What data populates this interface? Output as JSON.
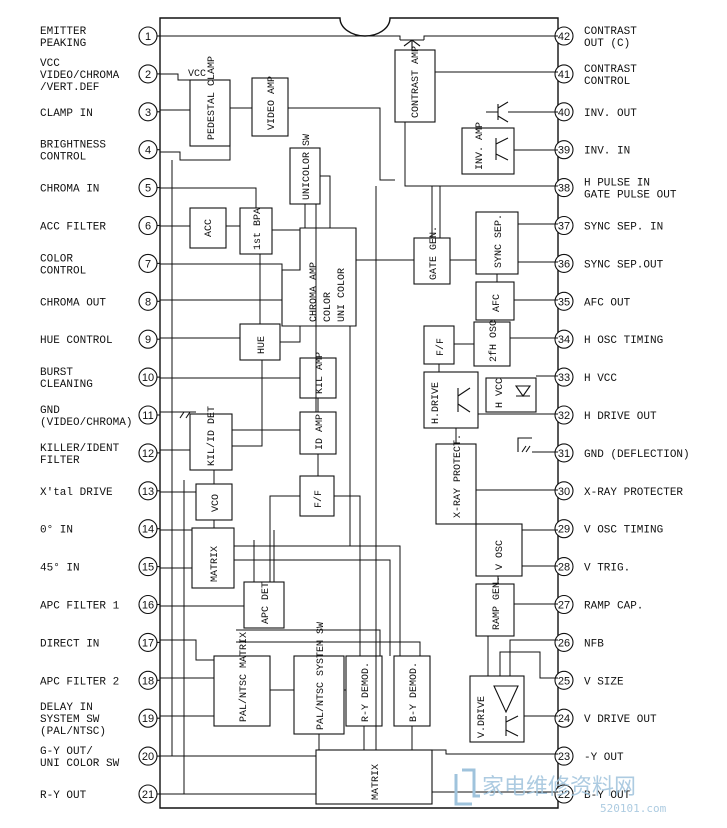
{
  "pins": {
    "p1": {
      "num": "1",
      "label": [
        "EMITTER",
        "PEAKING"
      ]
    },
    "p2": {
      "num": "2",
      "label": [
        "VCC",
        "VIDEO/CHROMA",
        "/VERT.DEF"
      ]
    },
    "p3": {
      "num": "3",
      "label": [
        "CLAMP IN"
      ]
    },
    "p4": {
      "num": "4",
      "label": [
        "BRIGHTNESS",
        "CONTROL"
      ]
    },
    "p5": {
      "num": "5",
      "label": [
        "CHROMA IN"
      ]
    },
    "p6": {
      "num": "6",
      "label": [
        "ACC FILTER"
      ]
    },
    "p7": {
      "num": "7",
      "label": [
        "COLOR",
        "CONTROL"
      ]
    },
    "p8": {
      "num": "8",
      "label": [
        "CHROMA OUT"
      ]
    },
    "p9": {
      "num": "9",
      "label": [
        "HUE CONTROL"
      ]
    },
    "p10": {
      "num": "10",
      "label": [
        "BURST",
        "CLEANING"
      ]
    },
    "p11": {
      "num": "11",
      "label": [
        "GND",
        "(VIDEO/CHROMA)"
      ]
    },
    "p12": {
      "num": "12",
      "label": [
        "KILLER/IDENT",
        "FILTER"
      ]
    },
    "p13": {
      "num": "13",
      "label": [
        "X'tal DRIVE"
      ]
    },
    "p14": {
      "num": "14",
      "label": [
        "0° IN"
      ]
    },
    "p15": {
      "num": "15",
      "label": [
        "45° IN"
      ]
    },
    "p16": {
      "num": "16",
      "label": [
        "APC FILTER 1"
      ]
    },
    "p17": {
      "num": "17",
      "label": [
        "DIRECT IN"
      ]
    },
    "p18": {
      "num": "18",
      "label": [
        "APC FILTER 2"
      ]
    },
    "p19": {
      "num": "19",
      "label": [
        "DELAY IN",
        "SYSTEM SW",
        "(PAL/NTSC)"
      ]
    },
    "p20": {
      "num": "20",
      "label": [
        "G-Y OUT/",
        "UNI COLOR SW"
      ]
    },
    "p21": {
      "num": "21",
      "label": [
        "R-Y OUT"
      ]
    },
    "p22": {
      "num": "22",
      "label": [
        "B-Y OUT"
      ]
    },
    "p23": {
      "num": "23",
      "label": [
        "-Y OUT"
      ]
    },
    "p24": {
      "num": "24",
      "label": [
        "V DRIVE OUT"
      ]
    },
    "p25": {
      "num": "25",
      "label": [
        "V SIZE"
      ]
    },
    "p26": {
      "num": "26",
      "label": [
        "NFB"
      ]
    },
    "p27": {
      "num": "27",
      "label": [
        "RAMP CAP."
      ]
    },
    "p28": {
      "num": "28",
      "label": [
        "V TRIG."
      ]
    },
    "p29": {
      "num": "29",
      "label": [
        "V OSC TIMING"
      ]
    },
    "p30": {
      "num": "30",
      "label": [
        "X-RAY PROTECTER"
      ]
    },
    "p31": {
      "num": "31",
      "label": [
        "GND (DEFLECTION)"
      ]
    },
    "p32": {
      "num": "32",
      "label": [
        "H DRIVE OUT"
      ]
    },
    "p33": {
      "num": "33",
      "label": [
        "H VCC"
      ]
    },
    "p34": {
      "num": "34",
      "label": [
        "H OSC TIMING"
      ]
    },
    "p35": {
      "num": "35",
      "label": [
        "AFC OUT"
      ]
    },
    "p36": {
      "num": "36",
      "label": [
        "SYNC SEP.OUT"
      ]
    },
    "p37": {
      "num": "37",
      "label": [
        "SYNC SEP. IN"
      ]
    },
    "p38": {
      "num": "38",
      "label": [
        "H PULSE IN",
        "GATE PULSE OUT"
      ]
    },
    "p39": {
      "num": "39",
      "label": [
        "INV. IN"
      ]
    },
    "p40": {
      "num": "40",
      "label": [
        "INV. OUT"
      ]
    },
    "p41": {
      "num": "41",
      "label": [
        "CONTRAST",
        "CONTROL"
      ]
    },
    "p42": {
      "num": "42",
      "label": [
        "CONTRAST",
        "OUT (C)"
      ]
    }
  },
  "blocks": {
    "pedestal_clamp": "PEDESTAL CLAMP",
    "video_amp": "VIDEO AMP",
    "contrast_amp": "CONTRAST AMP",
    "inv_amp": "INV. AMP",
    "unicolor_sw": "UNICOLOR SW",
    "acc": "ACC",
    "first_bpa": "1st BPA",
    "chroma_amp": [
      "CHROMA AMP",
      "COLOR",
      "UNI COLOR"
    ],
    "gate_gen": "GATE GEN.",
    "sync_sep": "SYNC SEP.",
    "afc": "AFC",
    "ff_h": "F/F",
    "osc_2fh": "2fH OSC",
    "hue": "HUE",
    "kil_amp": "KIL AMP",
    "h_drive": "H.DRIVE",
    "kil_id_det": "KIL/ID DET",
    "id_amp": "ID AMP",
    "xray_protect": "X-RAY PROTECT.",
    "vco": "VCO",
    "ff_c": "F/F",
    "matrix_a": "MATRIX",
    "v_osc": "V OSC",
    "apc_det": "APC DET",
    "ramp_gen": "RAMP GEN.",
    "pal_ntsc_matrix": "PAL/NTSC MATRIX",
    "pal_ntsc_sw": "PAL/NTSC SYSTEM SW",
    "ry_demod": "R-Y DEMOD.",
    "by_demod": "B-Y DEMOD.",
    "v_drive": "V.DRIVE",
    "matrix_b": "MATRIX"
  },
  "misc": {
    "vcc": "VCC",
    "h_vcc": "H VCC"
  },
  "watermark": {
    "text": "家电维修资料网",
    "url": "520101.com"
  },
  "colors": {
    "line": "#111111",
    "watermark": "#9fc3dc"
  }
}
